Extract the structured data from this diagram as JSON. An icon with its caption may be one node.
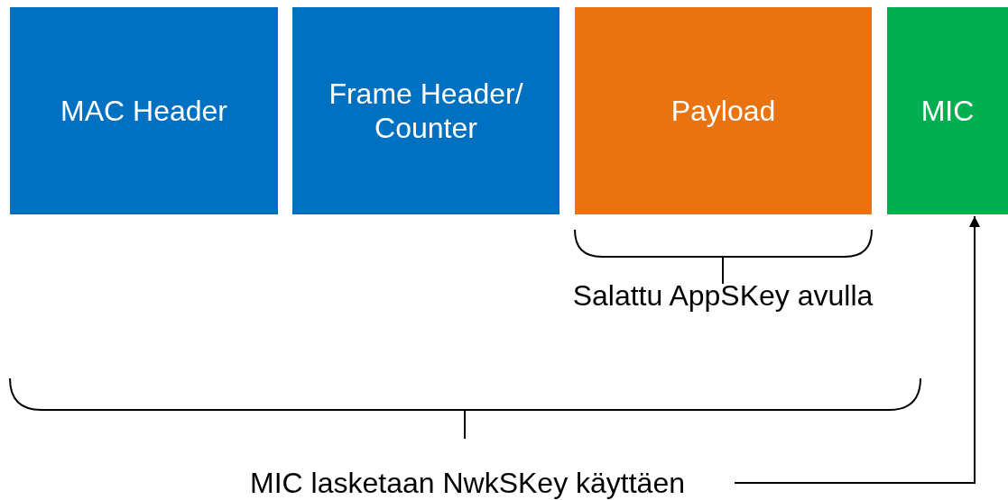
{
  "diagram": {
    "nodes": [
      {
        "text": [
          "MAC Header"
        ]
      },
      {
        "text": [
          "Frame Header/ Counter"
        ]
      },
      {
        "text": [
          "Payload"
        ]
      },
      {
        "text": [
          "MIC"
        ]
      },
      {
        "text": [
          "MIC lasketaan NwkSKey käyttäen"
        ]
      }
    ],
    "edges": [
      {
        "from": 4,
        "to": 3,
        "arrow": "to"
      }
    ],
    "labels": [
      "Salattu AppSKey avulla"
    ]
  }
}
